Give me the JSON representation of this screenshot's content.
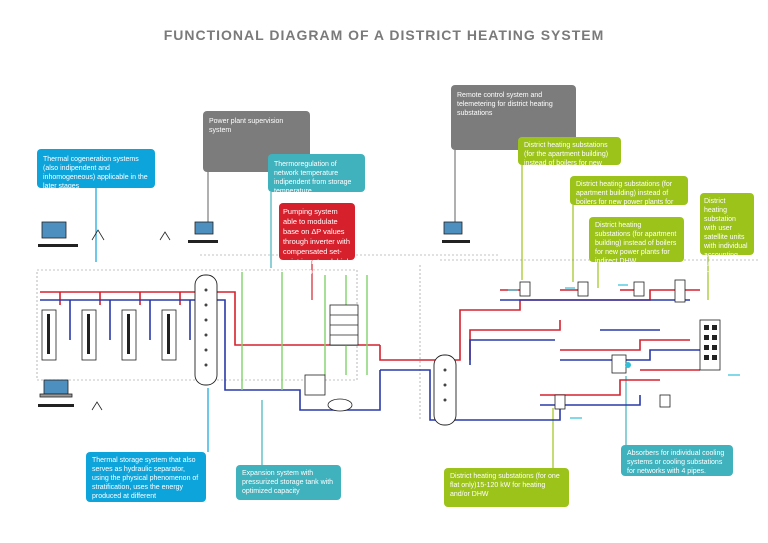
{
  "title": "FUNCTIONAL DIAGRAM OF A DISTRICT HEATING SYSTEM",
  "callouts": {
    "cogeneration": "Thermal cogeneration systems (also indipendent and inhomogeneous) applicable in the later stages",
    "supervision": "Power plant supervision system",
    "thermoregulation": "Thermoregulation of network temperature indipendent from storage temperature",
    "pumping": "Pumping system able to modulate base on ΔP values through inverter with compensated set-point in network high deficit points",
    "remote": "Remote control system and telemetering for district heating substations",
    "sub_new_plants": "District heating substations (for the apartment building) instead of boilers for new power plants",
    "sub_direct_dhw": "District heating substations (for apartment building) instead of boilers for new power plants for direct DHW",
    "sub_indirect_dhw": "District heating substations (for apartment building) instead of boilers for new power plants for indirect DHW",
    "satellite": "District heating substation with user satellite units with individual accounting and thermoregulation",
    "storage": "Thermal storage system that also serves as hydraulic separator, using the physical phenomenon of stratification, uses the energy produced at different temperatures.",
    "expansion": "Expansion system with pressurized storage tank with optimized capacity",
    "sub_one_flat": "District heating substations (for one flat only)15-120 kW for heating and/or DHW",
    "absorbers": "Absorbers for individual cooling systems or cooling substations for networks with 4 pipes."
  },
  "colors": {
    "supply": "#d6212d",
    "return": "#2a3aa8",
    "green": "#7fd36a",
    "cyan": "#2ec0d8",
    "callout_blue": "#0da4dc",
    "callout_grey": "#7c7c7c",
    "callout_teal": "#3fb2bd",
    "callout_red": "#d6212d",
    "callout_lime": "#9cc31a"
  },
  "icons": [
    "monitor-icon",
    "laptop-icon",
    "antenna-icon",
    "storage-tank-icon",
    "pump-icon",
    "heat-exchanger-icon"
  ]
}
